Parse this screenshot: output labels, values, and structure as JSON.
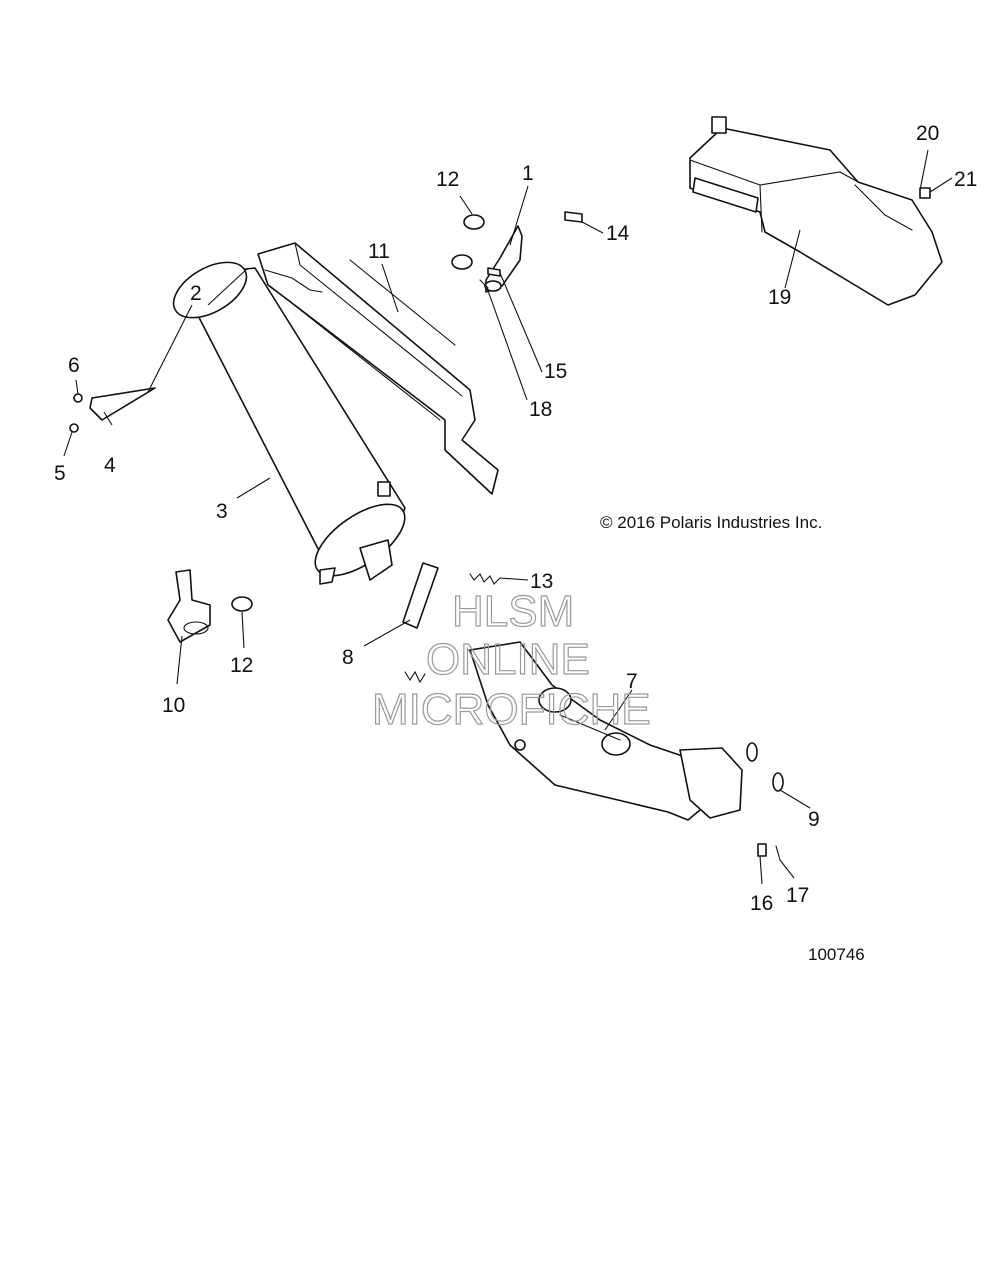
{
  "callouts": {
    "c1": "1",
    "c2": "2",
    "c3": "3",
    "c4": "4",
    "c5": "5",
    "c6": "6",
    "c7": "7",
    "c8": "8",
    "c9": "9",
    "c10": "10",
    "c11": "11",
    "c12a": "12",
    "c12b": "12",
    "c13": "13",
    "c14": "14",
    "c15": "15",
    "c16": "16",
    "c17": "17",
    "c18": "18",
    "c19": "19",
    "c20": "20",
    "c21": "21"
  },
  "copyright": "© 2016 Polaris Industries Inc.",
  "document_number": "100746",
  "watermark": {
    "line1": "HLSM",
    "line2": "ONLINE",
    "line3": "MICROFICHE"
  }
}
